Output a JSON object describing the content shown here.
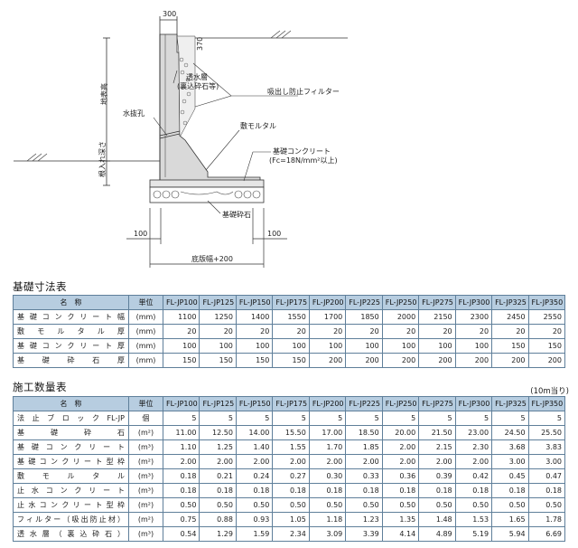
{
  "drawing": {
    "labels": {
      "top_width": "300",
      "top_depth": "370",
      "permeable_layer": "透水層",
      "permeable_layer_sub": "(裏込砕石等)",
      "suction_filter": "吸出し防止フィルター",
      "ground_height": "地表高",
      "weep_hole": "水抜孔",
      "bed_mortar": "敷モルタル",
      "foundation_concrete": "基礎コンクリート",
      "foundation_concrete_sub": "(Fc=18N/mm²以上)",
      "embed_depth": "根入れ深さ",
      "foundation_gravel": "基礎砕石",
      "left_100": "100",
      "right_100": "100",
      "base_width": "底版幅+200"
    }
  },
  "table1": {
    "title": "基礎寸法表",
    "headers": [
      "名　称",
      "単位",
      "FL-JP100",
      "FL-JP125",
      "FL-JP150",
      "FL-JP175",
      "FL-JP200",
      "FL-JP225",
      "FL-JP250",
      "FL-JP275",
      "FL-JP300",
      "FL-JP325",
      "FL-JP350"
    ],
    "rows": [
      {
        "name": "基礎コンクリート幅",
        "unit": "(mm)",
        "values": [
          "1100",
          "1250",
          "1400",
          "1550",
          "1700",
          "1850",
          "2000",
          "2150",
          "2300",
          "2450",
          "2550"
        ]
      },
      {
        "name": "敷モルタル厚",
        "unit": "(mm)",
        "values": [
          "20",
          "20",
          "20",
          "20",
          "20",
          "20",
          "20",
          "20",
          "20",
          "20",
          "20"
        ]
      },
      {
        "name": "基礎コンクリート厚",
        "unit": "(mm)",
        "values": [
          "100",
          "100",
          "100",
          "100",
          "100",
          "100",
          "100",
          "100",
          "100",
          "150",
          "150"
        ]
      },
      {
        "name": "基礎砕石厚",
        "unit": "(mm)",
        "values": [
          "150",
          "150",
          "150",
          "150",
          "200",
          "200",
          "200",
          "200",
          "200",
          "200",
          "200"
        ]
      }
    ]
  },
  "table2": {
    "title": "施工数量表",
    "note": "(10m当り)",
    "headers": [
      "名　称",
      "単位",
      "FL-JP100",
      "FL-JP125",
      "FL-JP150",
      "FL-JP175",
      "FL-JP200",
      "FL-JP225",
      "FL-JP250",
      "FL-JP275",
      "FL-JP300",
      "FL-JP325",
      "FL-JP350"
    ],
    "rows": [
      {
        "name": "法止ブロックFL-JP",
        "unit": "個",
        "values": [
          "5",
          "5",
          "5",
          "5",
          "5",
          "5",
          "5",
          "5",
          "5",
          "5",
          "5"
        ]
      },
      {
        "name": "基礎砕石",
        "unit": "(m²)",
        "values": [
          "11.00",
          "12.50",
          "14.00",
          "15.50",
          "17.00",
          "18.50",
          "20.00",
          "21.50",
          "23.00",
          "24.50",
          "25.50"
        ]
      },
      {
        "name": "基礎コンクリート",
        "unit": "(m³)",
        "values": [
          "1.10",
          "1.25",
          "1.40",
          "1.55",
          "1.70",
          "1.85",
          "2.00",
          "2.15",
          "2.30",
          "3.68",
          "3.83"
        ]
      },
      {
        "name": "基礎コンクリート型枠",
        "unit": "(m²)",
        "values": [
          "2.00",
          "2.00",
          "2.00",
          "2.00",
          "2.00",
          "2.00",
          "2.00",
          "2.00",
          "2.00",
          "3.00",
          "3.00"
        ]
      },
      {
        "name": "敷モルタル",
        "unit": "(m³)",
        "values": [
          "0.18",
          "0.21",
          "0.24",
          "0.27",
          "0.30",
          "0.33",
          "0.36",
          "0.39",
          "0.42",
          "0.45",
          "0.47"
        ]
      },
      {
        "name": "止水コンクリート",
        "unit": "(m³)",
        "values": [
          "0.18",
          "0.18",
          "0.18",
          "0.18",
          "0.18",
          "0.18",
          "0.18",
          "0.18",
          "0.18",
          "0.18",
          "0.18"
        ]
      },
      {
        "name": "止水コンクリート型枠",
        "unit": "(m²)",
        "values": [
          "0.50",
          "0.50",
          "0.50",
          "0.50",
          "0.50",
          "0.50",
          "0.50",
          "0.50",
          "0.50",
          "0.50",
          "0.50"
        ]
      },
      {
        "name": "フィルター（吸出防止材）",
        "unit": "(m²)",
        "values": [
          "0.75",
          "0.88",
          "0.93",
          "1.05",
          "1.18",
          "1.23",
          "1.35",
          "1.48",
          "1.53",
          "1.65",
          "1.78"
        ]
      },
      {
        "name": "透水層（裏込砕石）",
        "unit": "(m³)",
        "values": [
          "0.54",
          "1.29",
          "1.59",
          "2.34",
          "3.09",
          "3.39",
          "4.14",
          "4.89",
          "5.19",
          "5.94",
          "6.69"
        ]
      }
    ]
  }
}
